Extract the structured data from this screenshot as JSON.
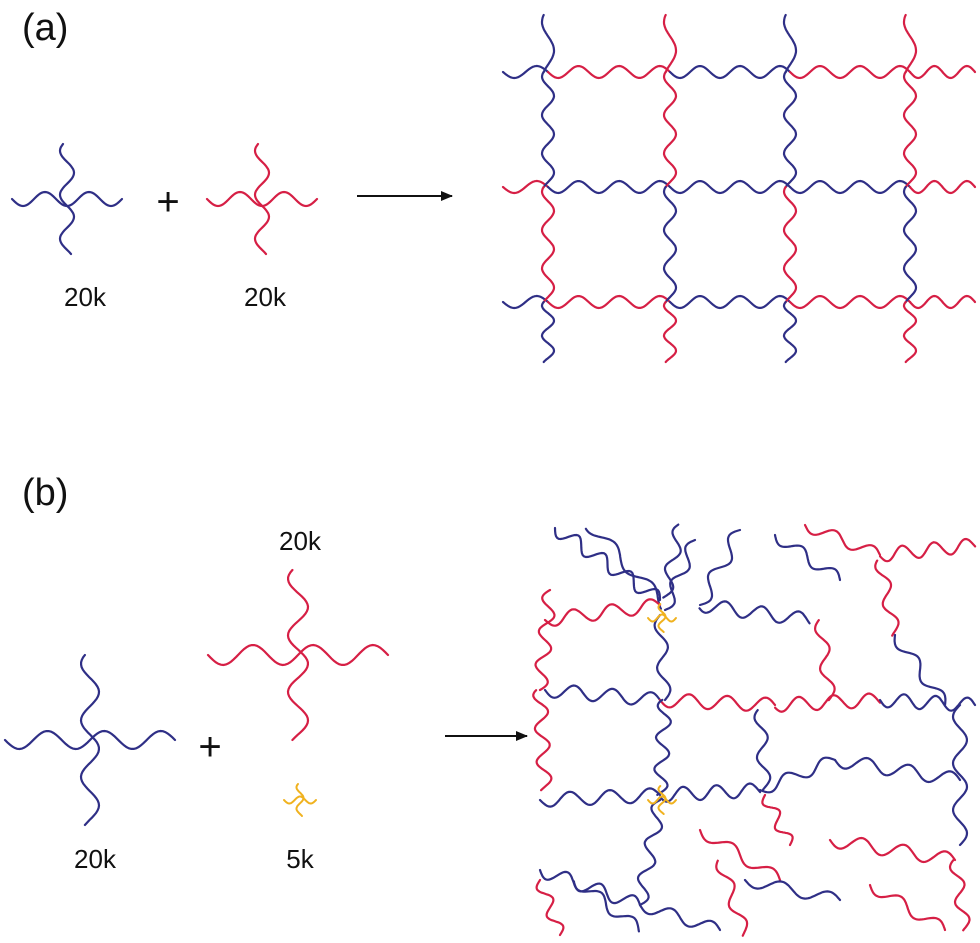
{
  "panels": [
    {
      "label": "(a)",
      "components": [
        {
          "mw": "20k",
          "color_key": "blue"
        },
        {
          "operator": "+"
        },
        {
          "mw": "20k",
          "color_key": "red"
        }
      ]
    },
    {
      "label": "(b)",
      "components": [
        {
          "mw": "20k",
          "color_key": "blue"
        },
        {
          "operator": "+"
        },
        {
          "mw": "20k",
          "color_key": "red"
        },
        {
          "mw": "5k",
          "color_key": "yellow"
        }
      ]
    }
  ],
  "colors": {
    "blue": "#2f2f86",
    "red": "#d61f45",
    "yellow": "#f0b21f",
    "arrow": "#111111"
  },
  "icons": {
    "monomer": "four-arm-star-polymer-icon",
    "arrow": "reaction-arrow-icon",
    "network": "polymer-network-icon"
  }
}
